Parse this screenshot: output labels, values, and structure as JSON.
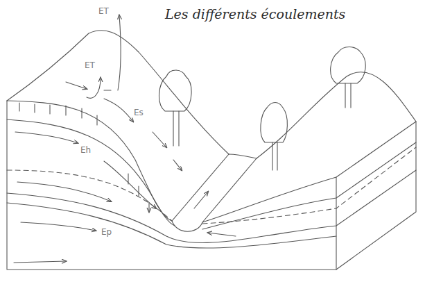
{
  "diagram": {
    "title": "Les différents écoulements",
    "labels": [
      "ET",
      "ET",
      "Es",
      "Eh",
      "Ep"
    ]
  }
}
